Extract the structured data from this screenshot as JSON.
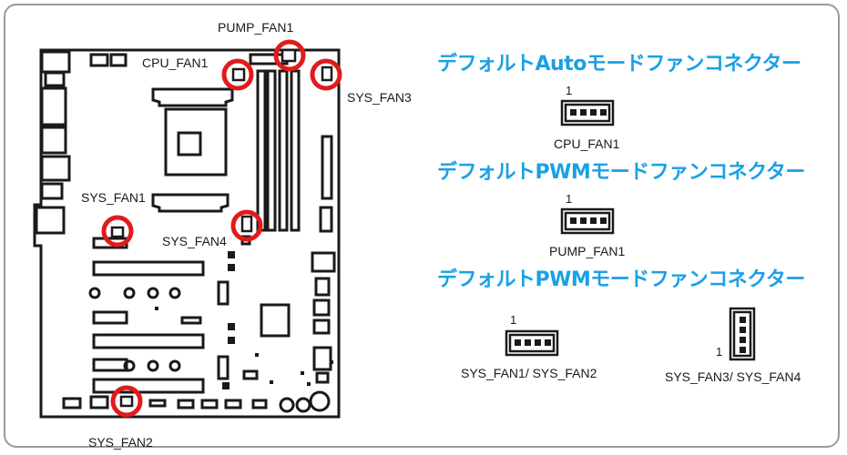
{
  "board_labels": {
    "pump_fan1": "PUMP_FAN1",
    "cpu_fan1": "CPU_FAN1",
    "sys_fan3": "SYS_FAN3",
    "sys_fan1": "SYS_FAN1",
    "sys_fan4": "SYS_FAN4",
    "sys_fan2": "SYS_FAN2"
  },
  "sections": [
    {
      "heading": "デフォルトAutoモードファンコネクター",
      "pin_label": "1",
      "connector_label": "CPU_FAN1"
    },
    {
      "heading": "デフォルトPWMモードファンコネクター",
      "pin_label": "1",
      "connector_label": "PUMP_FAN1"
    },
    {
      "heading": "デフォルトPWMモードファンコネクター",
      "pin_label_horizontal": "1",
      "connector_label_horizontal": "SYS_FAN1/ SYS_FAN2",
      "pin_label_vertical": "1",
      "connector_label_vertical": "SYS_FAN3/ SYS_FAN4"
    }
  ],
  "colors": {
    "heading": "#1aa0e6",
    "highlight_circle": "#e01b1b",
    "outline": "#1a1a1a",
    "frame": "#9a9a9a"
  }
}
